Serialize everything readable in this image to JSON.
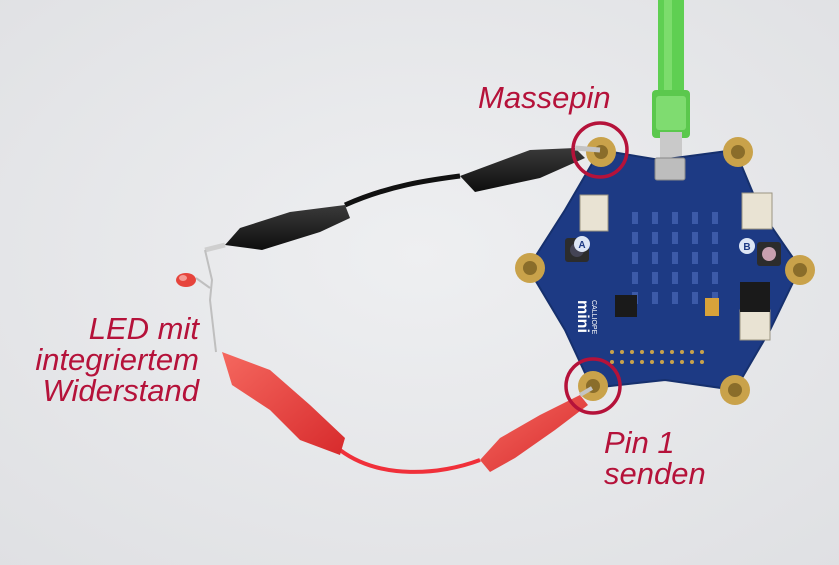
{
  "annotations": {
    "ground_pin": "Massepin",
    "led_line1": "LED mit",
    "led_line2": "integriertem",
    "led_line3": "Widerstand",
    "pin1_line1": "Pin 1",
    "pin1_line2": "senden"
  },
  "board": {
    "brand_text": "mini",
    "sub_text": "CALLIOPE",
    "button_a": "A",
    "button_b": "B"
  },
  "colors": {
    "label_red": "#b5123a",
    "board_blue": "#1d3a84",
    "pad_gold": "#c9a24a",
    "usb_green": "#5fcf52",
    "clip_black": "#1a1a1a",
    "clip_red": "#e23a3a",
    "background": "#e7e8ea"
  }
}
